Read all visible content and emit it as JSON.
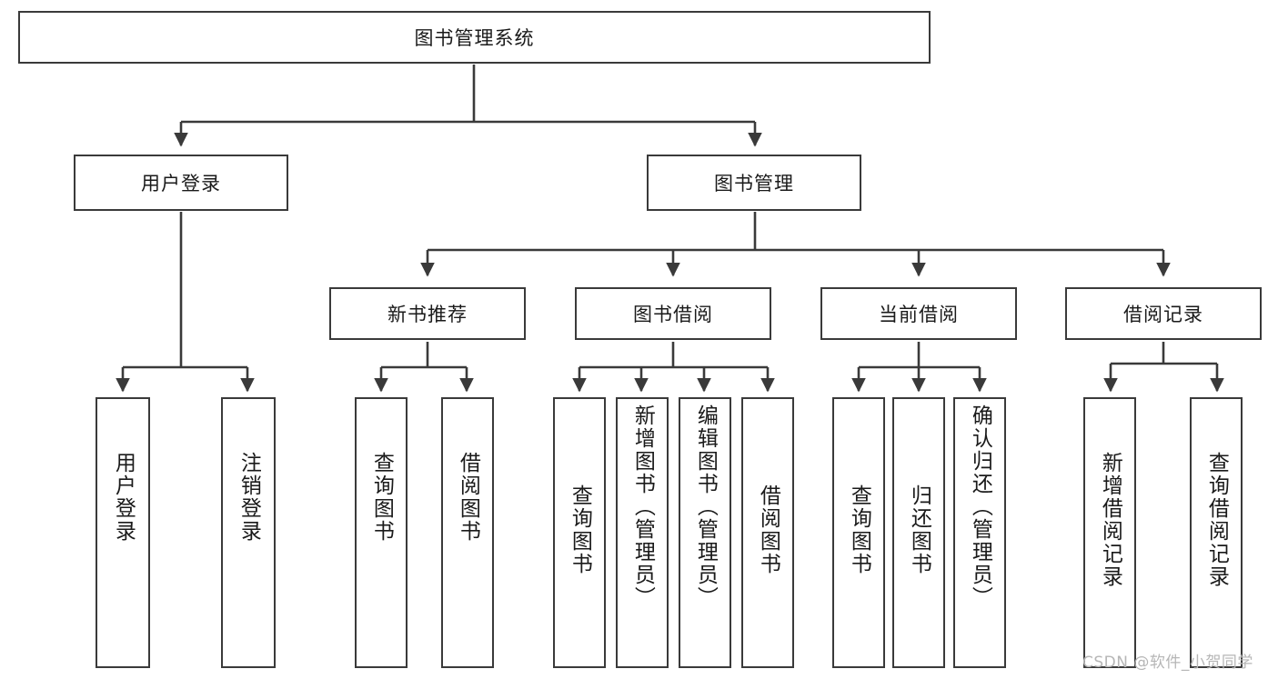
{
  "diagram": {
    "title": "图书管理系统",
    "type": "tree-hierarchy",
    "watermark": "CSDN @软件_小贺同学",
    "colors": {
      "box_border": "#3a3a3a",
      "box_fill": "#ffffff",
      "edge": "#3a3a3a",
      "text": "#1a1a1a",
      "watermark": "#b6b6b6",
      "background": "#ffffff"
    },
    "root": {
      "label": "图书管理系统"
    },
    "level2": [
      {
        "label": "用户登录"
      },
      {
        "label": "图书管理"
      }
    ],
    "level3": [
      {
        "label": "新书推荐"
      },
      {
        "label": "图书借阅"
      },
      {
        "label": "当前借阅"
      },
      {
        "label": "借阅记录"
      }
    ],
    "leaves": {
      "user_login": [
        {
          "label": "用户登录"
        },
        {
          "label": "注销登录"
        }
      ],
      "new_book": [
        {
          "label": "查询图书"
        },
        {
          "label": "借阅图书"
        }
      ],
      "book_borrow": [
        {
          "label": "查询图书"
        },
        {
          "label": "新增图书（管理员）"
        },
        {
          "label": "编辑图书（管理员）"
        },
        {
          "label": "借阅图书"
        }
      ],
      "current_borrow": [
        {
          "label": "查询图书"
        },
        {
          "label": "归还图书"
        },
        {
          "label": "确认归还（管理员）"
        }
      ],
      "borrow_record": [
        {
          "label": "新增借阅记录"
        },
        {
          "label": "查询借阅记录"
        }
      ]
    }
  }
}
